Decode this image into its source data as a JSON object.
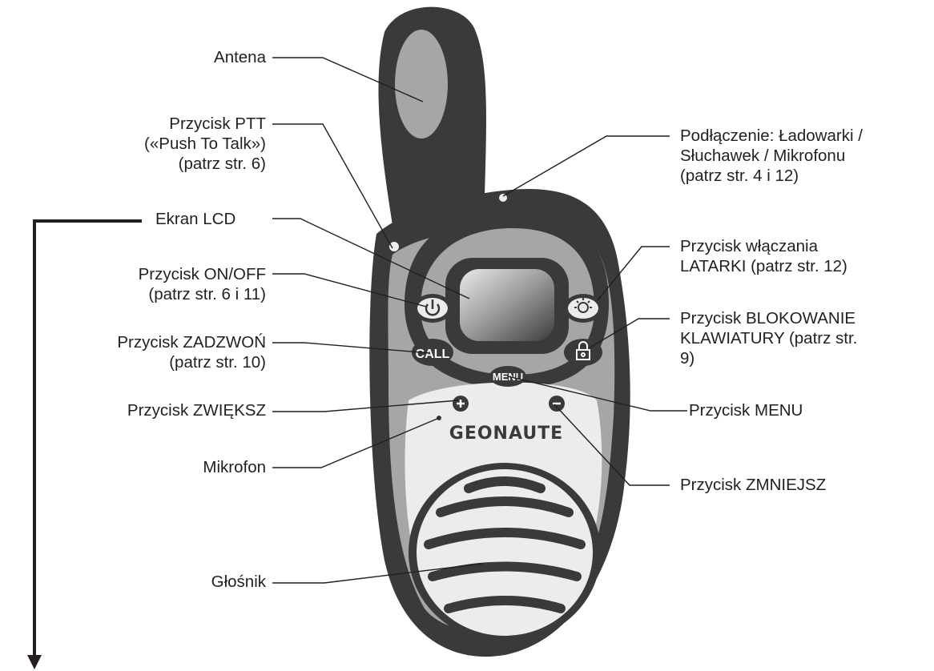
{
  "labels": {
    "antena": [
      "Antena"
    ],
    "ptt": [
      "Przycisk PTT",
      "(«Push To Talk»)",
      "(patrz str. 6)"
    ],
    "lcd": [
      "Ekran LCD"
    ],
    "onoff": [
      "Przycisk ON/OFF",
      "(patrz str. 6 i 11)"
    ],
    "zadzwon": [
      "Przycisk ZADZWOŃ",
      "(patrz str. 10)"
    ],
    "zwieksz": [
      "Przycisk ZWIĘKSZ"
    ],
    "mikrofon": [
      "Mikrofon"
    ],
    "glosnik": [
      "Głośnik"
    ],
    "podlaczenie": [
      "Podłączenie: Ładowarki /",
      "Słuchawek / Mikrofonu",
      "(patrz str. 4 i 12)"
    ],
    "latarka": [
      "Przycisk włączania",
      "LATARKI (patrz str. 12)"
    ],
    "blokowanie": [
      "Przycisk BLOKOWANIE",
      "KLAWIATURY (patrz str.",
      "9)"
    ],
    "menu": [
      "Przycisk MENU"
    ],
    "zmniejsz": [
      "Przycisk ZMNIEJSZ"
    ]
  },
  "device": {
    "brand": "GEONAUTE",
    "call_key": "CALL",
    "menu_key": "MENU",
    "power_icon": "power-icon",
    "light_icon": "lightbulb-icon",
    "lock_icon": "padlock-icon",
    "plus_icon": "plus-icon",
    "minus_icon": "minus-icon"
  },
  "colors": {
    "dark": "#3a3a3a",
    "mid": "#a6a6a6",
    "light": "#ececec",
    "line": "#231f20"
  }
}
